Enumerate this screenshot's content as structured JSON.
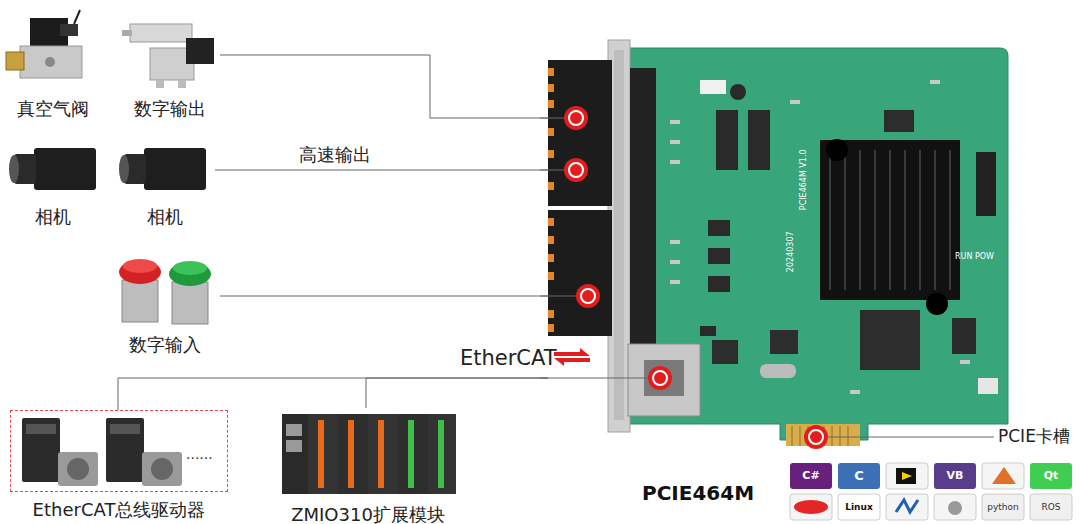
{
  "diagram": {
    "nodes": [
      {
        "text": [
          "真空气阀"
        ]
      },
      {
        "text": [
          "数字输出"
        ]
      },
      {
        "text": [
          "相机"
        ]
      },
      {
        "text": [
          "相机"
        ]
      },
      {
        "text": [
          "数字输入"
        ]
      },
      {
        "text": [
          "EtherCAT总线驱动器"
        ]
      },
      {
        "text": [
          "ZMIO310扩展模块"
        ]
      },
      {
        "text": [
          "PCIE464M"
        ]
      }
    ],
    "edges": [
      {
        "from": 1,
        "to": 7,
        "arrow": "none"
      },
      {
        "from": 3,
        "to": 7,
        "label": "高速输出",
        "arrow": "none"
      },
      {
        "from": 4,
        "to": 7,
        "arrow": "none"
      },
      {
        "from": 7,
        "to": 5,
        "arrow": "none"
      },
      {
        "from": 7,
        "to": 6,
        "arrow": "none"
      }
    ],
    "labels": [
      "EtherCAT",
      "......",
      "PCIE卡槽",
      "PCIE464M V1.0",
      "20240307",
      "RUN POW",
      "C#",
      "C",
      "VB",
      "Qt",
      "Linux",
      "python",
      "ROS"
    ]
  }
}
